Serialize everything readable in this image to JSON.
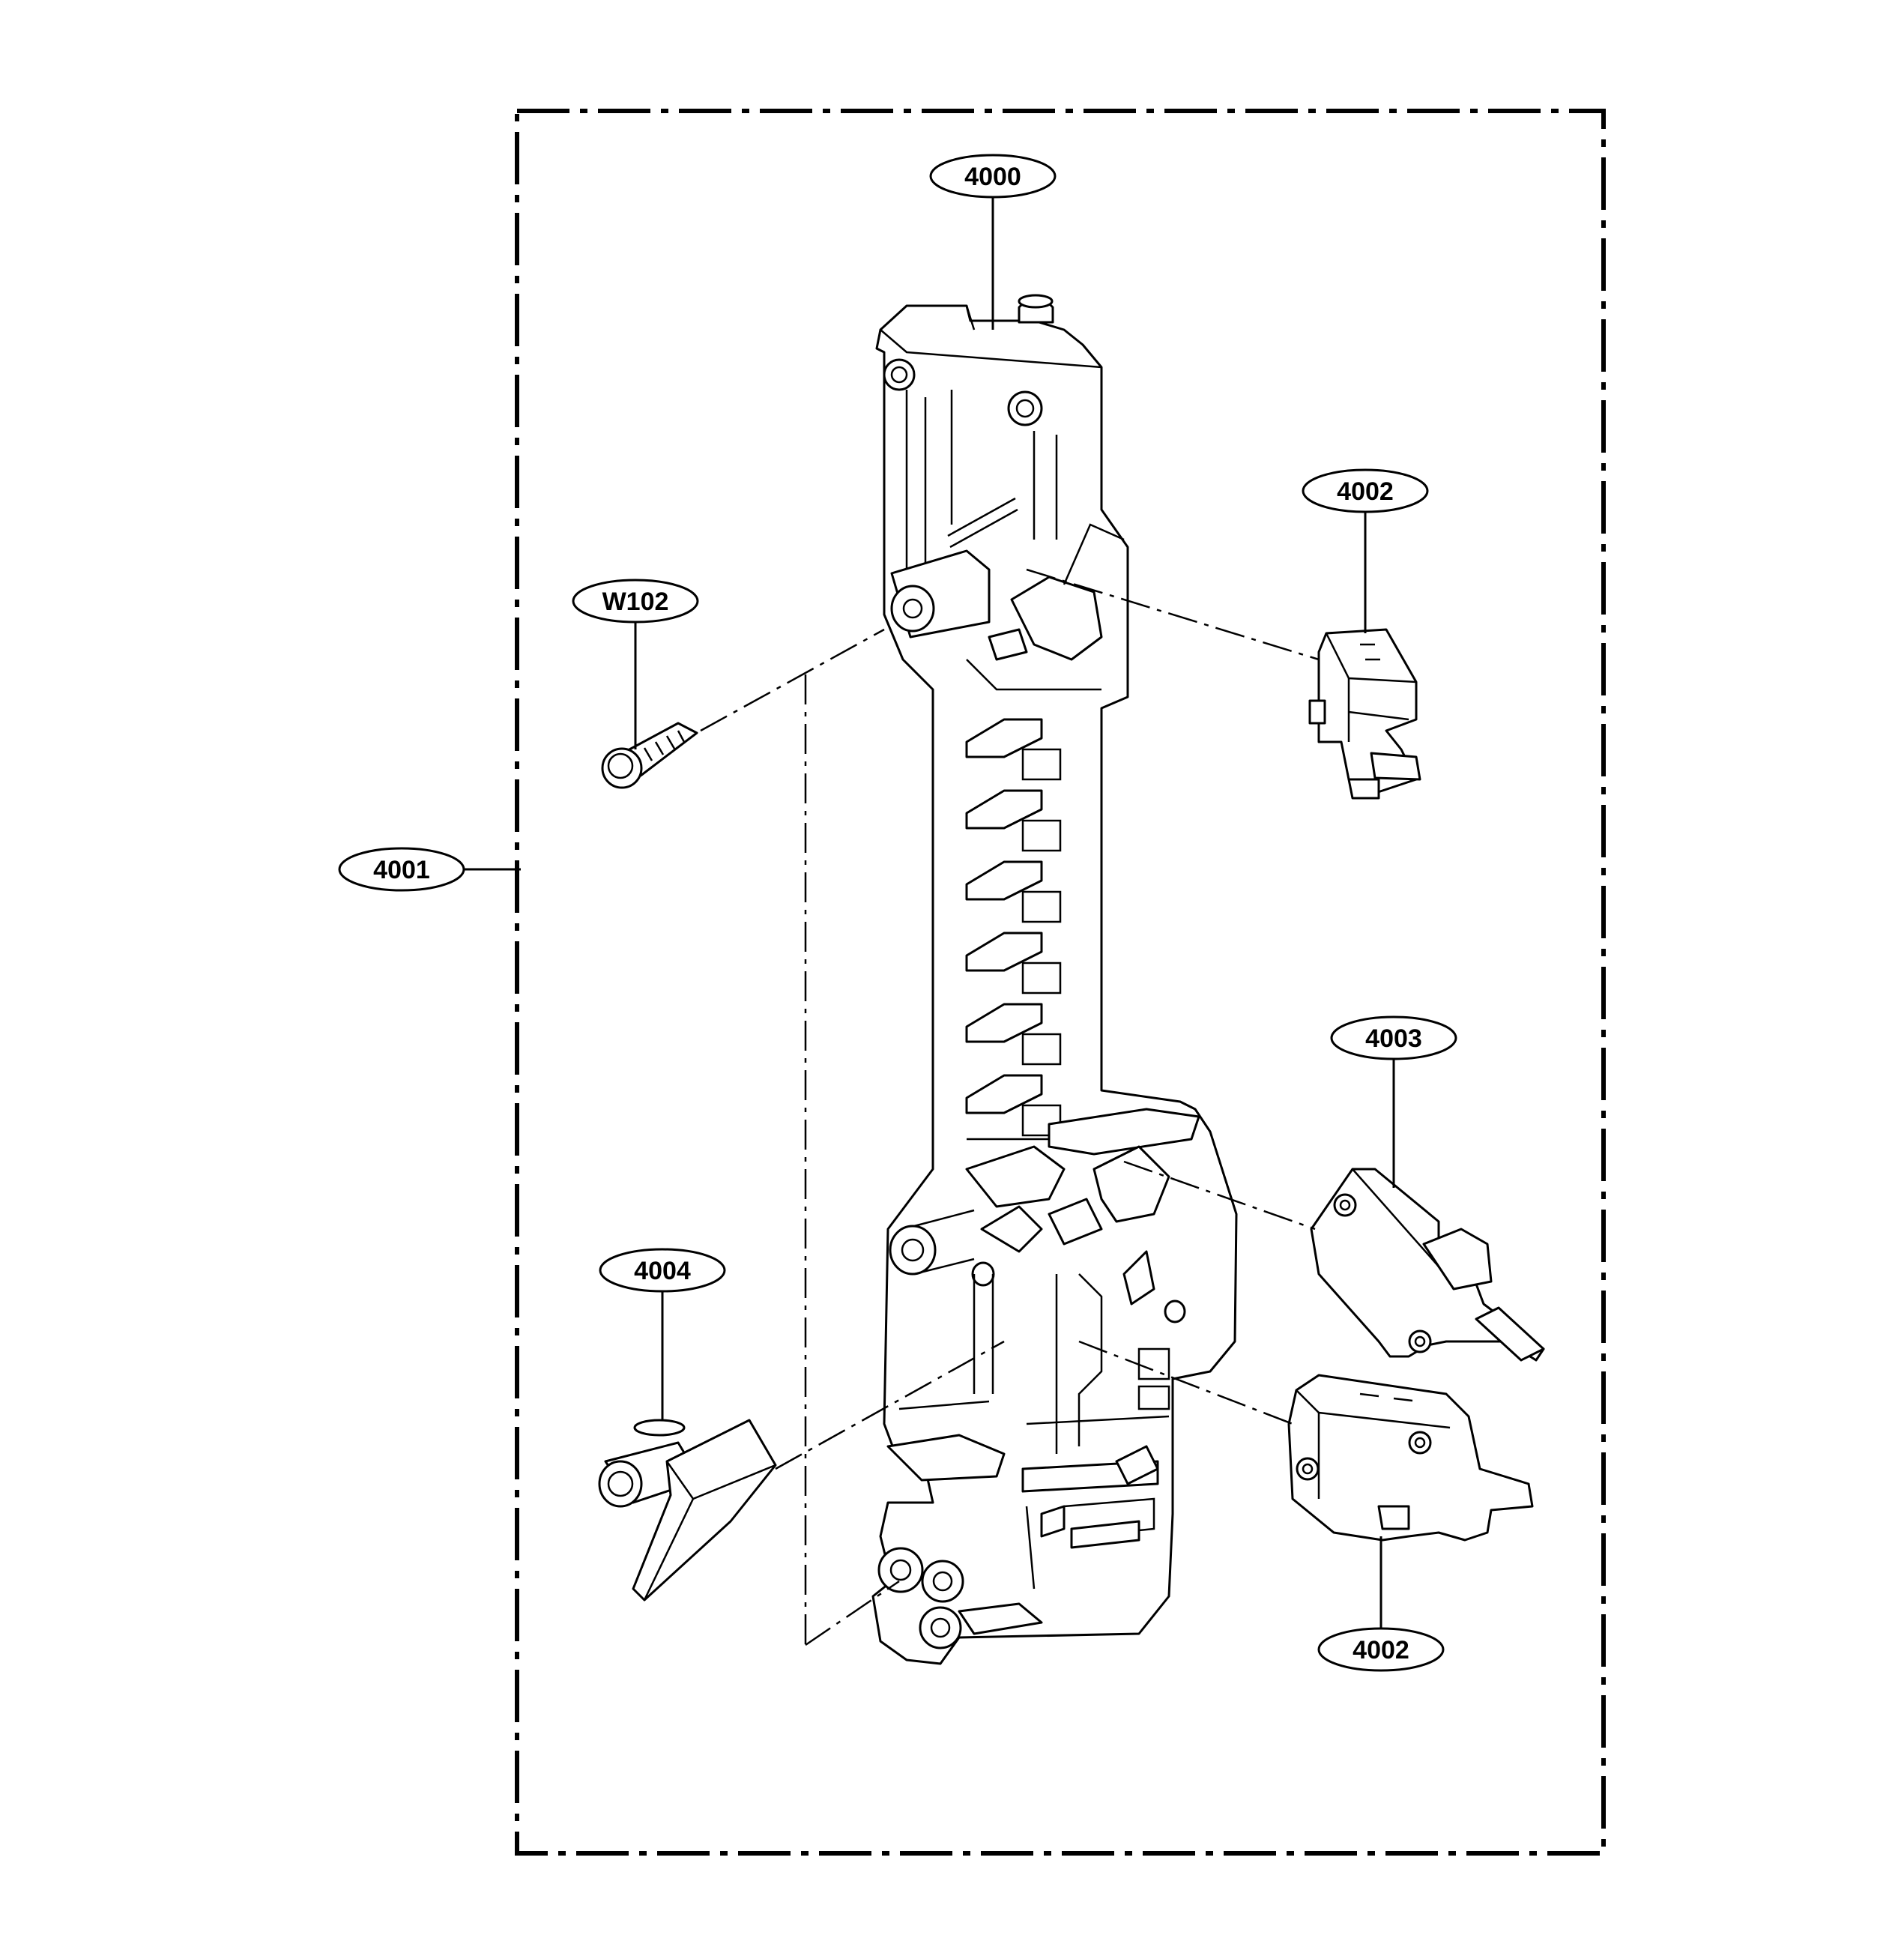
{
  "diagram": {
    "callouts": {
      "bracket": "4000",
      "assembly": "4001",
      "switch_top": "4002",
      "switch_middle": "4003",
      "switch_bottom": "4002",
      "lever": "4004",
      "screw": "W102"
    }
  }
}
